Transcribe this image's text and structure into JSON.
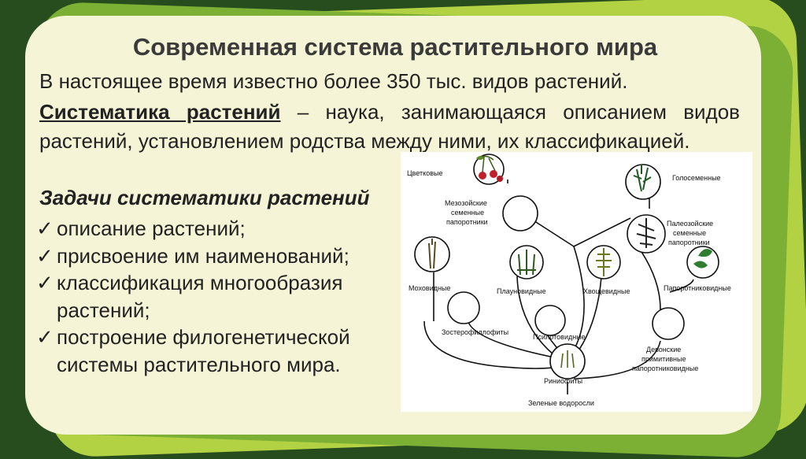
{
  "slide": {
    "title": "Современная система растительного мира",
    "line1": "В настоящее время известно более 350 тыс. видов растений.",
    "definition": {
      "term": "Систематика растений",
      "text": " – наука, занимающаяся описанием видов растений, установлением родства между ними, их классификацией."
    },
    "tasks_heading": "Задачи систематики растений",
    "check_glyph": "✓",
    "tasks": [
      "описание растений;",
      "присвоение им наименований;",
      "классификация многообразия растений;",
      "построение филогенетической системы растительного мира."
    ]
  },
  "diagram": {
    "labels": {
      "flowering": "Цветковые",
      "gymnosperms": "Голосеменные",
      "mesozoic_1": "Мезозойские",
      "mesozoic_2": "семенные",
      "mesozoic_3": "папоротники",
      "paleozoic_1": "Палеозойские",
      "paleozoic_2": "семенные",
      "paleozoic_3": "папоротники",
      "mosses": "Моховидные",
      "lycopods": "Плауновидные",
      "horsetails": "Хвощевидные",
      "ferns": "Папоротниковидные",
      "zosterophyllophytes": "Зостерофиллофиты",
      "psilotophytes": "Псилотовидные",
      "devonian_1": "Девонские",
      "devonian_2": "примитивные",
      "devonian_3": "папоротниковидные",
      "rhyniophytes": "Риниофиты",
      "green_algae": "Зеленые водоросли"
    }
  },
  "colors": {
    "background": "#274d1f",
    "accent_lime": "#b2d143",
    "accent_green": "#7cb035",
    "card": "#f6f4d6"
  }
}
